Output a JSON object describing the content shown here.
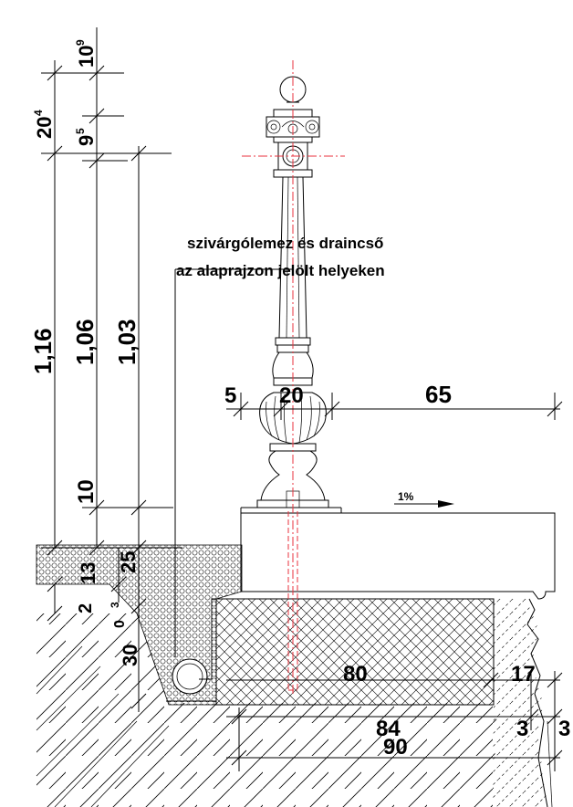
{
  "note": {
    "line1": "szivárgólemez és draincső",
    "line2": "az alaprajzon jelölt helyeken"
  },
  "dimensions": {
    "d10_9": "10",
    "d10_9_sup": "9",
    "d20_4": "20",
    "d20_4_sup": "4",
    "d9_5": "9",
    "d9_5_sup": "5",
    "d116": "1,16",
    "d106": "1,06",
    "d103": "1,03",
    "d10": "10",
    "d13": "13",
    "d25": "25",
    "d2": "2",
    "d0": "0",
    "d3": "3",
    "d30": "30",
    "d5": "5",
    "d20": "20",
    "d65": "65",
    "d80": "80",
    "d17": "17",
    "d84": "84",
    "d3b": "3",
    "d3c": "3",
    "d90": "90"
  },
  "slope": {
    "label": "1%"
  },
  "colors": {
    "ink": "#000000",
    "centerline": "#e8323c"
  }
}
